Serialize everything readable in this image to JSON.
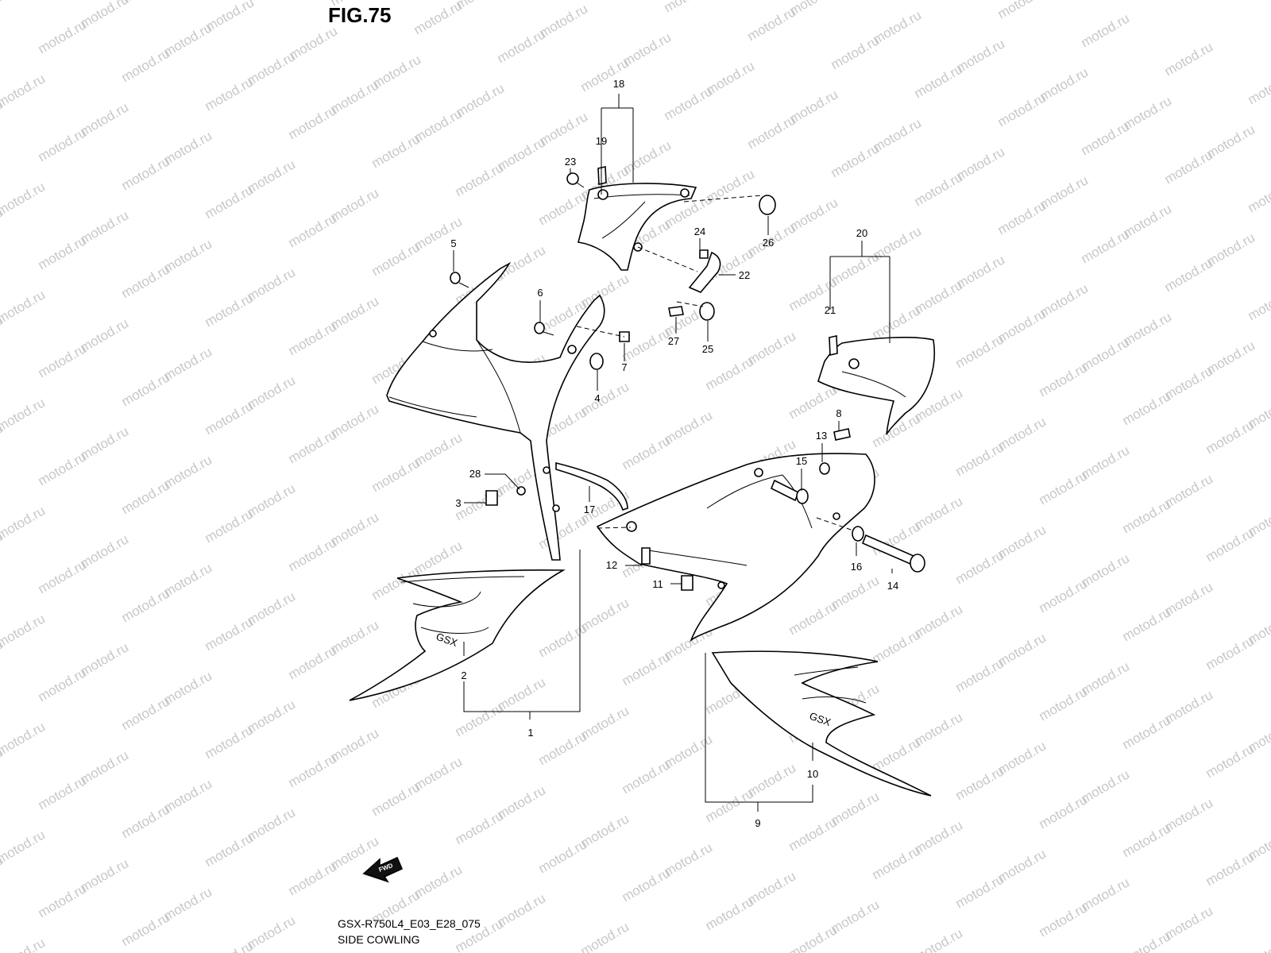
{
  "figure": {
    "title": "FIG.75",
    "code": "GSX-R750L4_E03_E28_075",
    "name": "SIDE COWLING",
    "watermark": "motod.ru",
    "fwd_arrow_label": "FWD",
    "decal_text": "GSX"
  },
  "callouts": {
    "c1": "1",
    "c2": "2",
    "c3": "3",
    "c4": "4",
    "c5": "5",
    "c6": "6",
    "c7": "7",
    "c8": "8",
    "c9": "9",
    "c10": "10",
    "c11": "11",
    "c12": "12",
    "c13": "13",
    "c14": "14",
    "c15": "15",
    "c16": "16",
    "c17": "17",
    "c18": "18",
    "c19": "19",
    "c20": "20",
    "c21": "21",
    "c22": "22",
    "c23": "23",
    "c24": "24",
    "c25": "25",
    "c26": "26",
    "c27": "27",
    "c28": "28"
  }
}
